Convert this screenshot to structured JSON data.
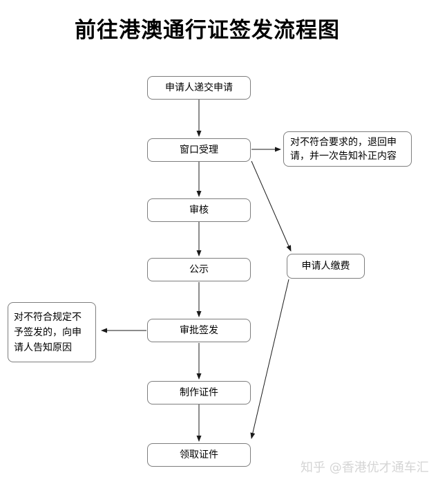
{
  "title": "前往港澳通行证签发流程图",
  "watermark": "知乎 @香港优才通车汇",
  "colors": {
    "background": "#ffffff",
    "box_border": "#7d7d7d",
    "line": "#1a1a1a",
    "text": "#000000",
    "watermark": "#d5d5d5"
  },
  "flow": {
    "nodes": [
      {
        "id": "submit",
        "label": "申请人递交申请"
      },
      {
        "id": "accept",
        "label": "窗口受理"
      },
      {
        "id": "review",
        "label": "审核"
      },
      {
        "id": "publicity",
        "label": "公示"
      },
      {
        "id": "approve",
        "label": "审批签发"
      },
      {
        "id": "produce",
        "label": "制作证件"
      },
      {
        "id": "collect",
        "label": "领取证件"
      }
    ],
    "side_nodes": [
      {
        "id": "return-application",
        "label": "对不符合要求的，退回申请，并一次告知补正内容"
      },
      {
        "id": "pay-fee",
        "label": "申请人缴费"
      },
      {
        "id": "notify-reason",
        "label": "对不符合规定不予签发的，向申请人告知原因"
      }
    ],
    "edges": [
      {
        "from": "submit",
        "to": "accept"
      },
      {
        "from": "accept",
        "to": "review"
      },
      {
        "from": "accept",
        "to": "return-application"
      },
      {
        "from": "accept",
        "to": "pay-fee"
      },
      {
        "from": "review",
        "to": "publicity"
      },
      {
        "from": "publicity",
        "to": "approve"
      },
      {
        "from": "approve",
        "to": "notify-reason"
      },
      {
        "from": "approve",
        "to": "produce"
      },
      {
        "from": "produce",
        "to": "collect"
      },
      {
        "from": "pay-fee",
        "to": "collect"
      }
    ]
  }
}
